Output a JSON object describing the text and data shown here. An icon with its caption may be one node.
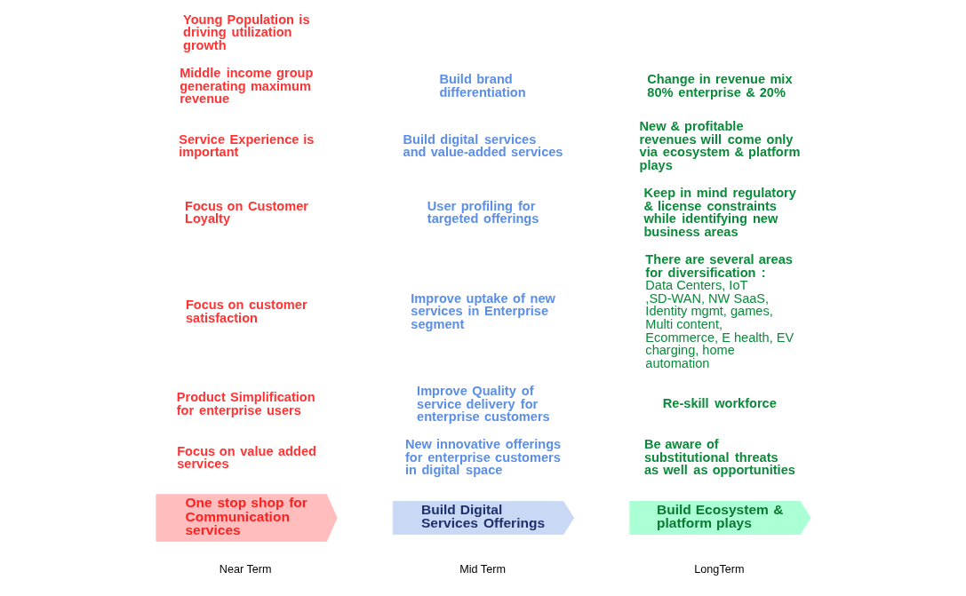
{
  "diagram": {
    "nodes": [
      {
        "text": [
          "One stop shop for Communication services"
        ],
        "beside": [
          "Near Term"
        ]
      },
      {
        "text": [
          "Build Digital Services Offerings"
        ],
        "beside": [
          "Mid Term"
        ]
      },
      {
        "text": [
          "Build Ecosystem & platform plays"
        ],
        "beside": [
          "LongTerm"
        ]
      }
    ],
    "edges": [],
    "labels": [
      "Young Population is driving utilization growth",
      "Middle income group generating maximum revenue",
      "Service Experience is important",
      "Focus on Customer Loyalty",
      "Focus on customer satisfaction",
      "Product Simplification for enterprise users",
      "Focus on value added services",
      "Build brand differentiation",
      "Build digital services and value-added services",
      "User profiling for targeted offerings",
      "Improve uptake of new services in Enterprise segment",
      "Improve Quality of service delivery for enterprise customers",
      "New innovative offerings for enterprise customers in digital space",
      "Change in revenue mix 80% enterprise & 20%",
      "New & profitable revenues will come only via ecosystem & platform plays",
      "Keep in mind regulatory & license constraints while identifying new business areas",
      "**There are several areas for diversification :** Data Centers, IoT ,SD-WAN, NW SaaS, Identity mgmt, games, Multi content, Ecommerce, E health, EV charging, home automation",
      "Re-skill workforce",
      "Be aware of substitutional threats as well as opportunities"
    ]
  }
}
